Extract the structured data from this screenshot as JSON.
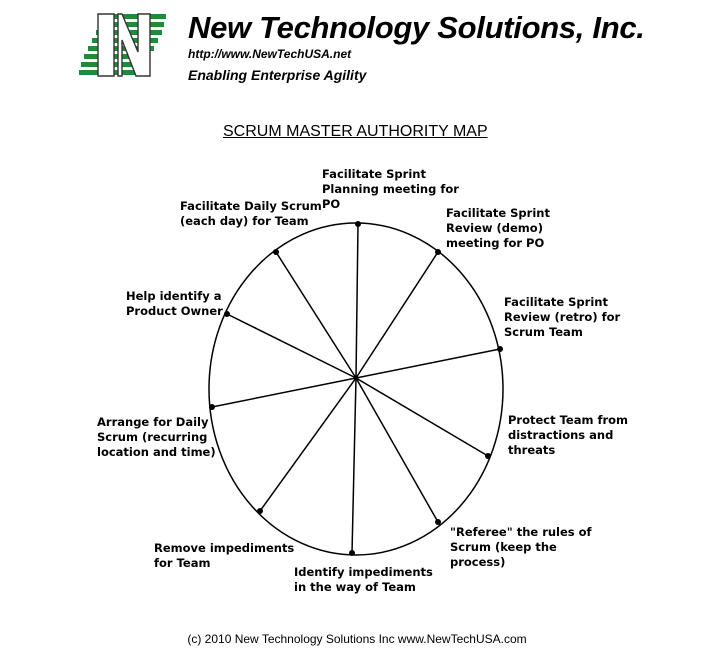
{
  "header": {
    "company_name": "New Technology Solutions, Inc.",
    "url": "http://www.NewTechUSA.net",
    "tagline": "Enabling Enterprise Agility",
    "logo_color": "#1e8a3a"
  },
  "diagram": {
    "title": "SCRUM MASTER AUTHORITY MAP",
    "spokes": [
      {
        "label": "Facilitate Sprint\nPlanning meeting for\nPO"
      },
      {
        "label": "Facilitate Sprint\nReview (demo)\nmeeting for PO"
      },
      {
        "label": "Facilitate Sprint\nReview (retro) for\nScrum Team"
      },
      {
        "label": "Protect Team from\ndistractions and\nthreats"
      },
      {
        "label": "\"Referee\" the rules of\nScrum (keep the\nprocess)"
      },
      {
        "label": "Identify impediments\nin the way of Team"
      },
      {
        "label": "Remove impediments\nfor Team"
      },
      {
        "label": "Arrange for Daily\nScrum (recurring\nlocation and time)"
      },
      {
        "label": "Help identify a\nProduct Owner"
      },
      {
        "label": "Facilitate Daily Scrum\n(each day) for Team"
      }
    ]
  },
  "footer": {
    "copyright": "(c) 2010 New Technology Solutions Inc www.NewTechUSA.com"
  }
}
